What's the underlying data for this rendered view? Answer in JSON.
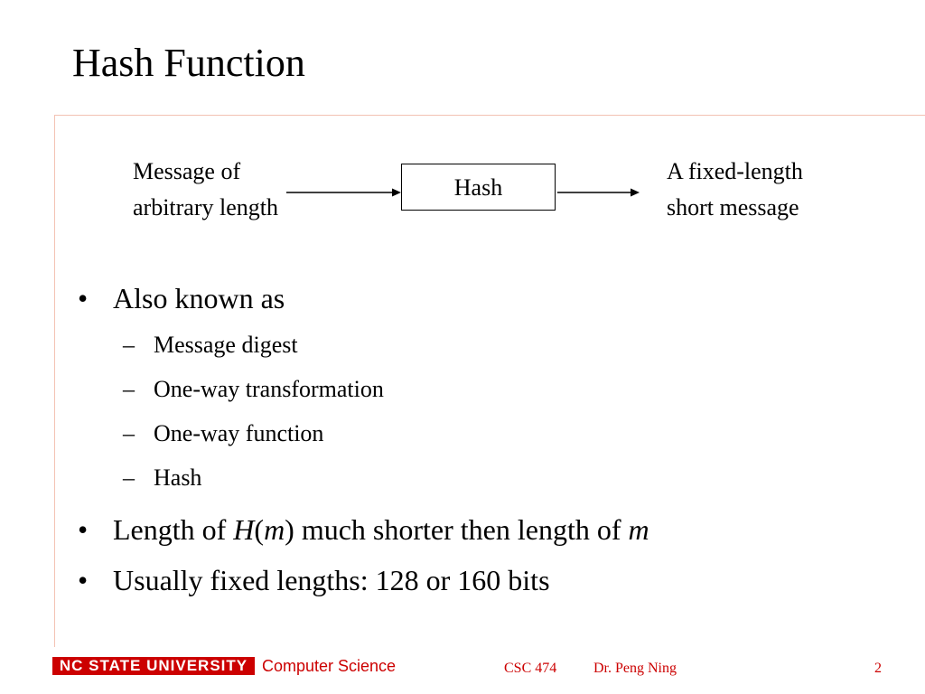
{
  "slide": {
    "title": "Hash Function"
  },
  "diagram": {
    "input_line1": "Message of",
    "input_line2": "arbitrary length",
    "box_label": "Hash",
    "output_line1": "A fixed-length",
    "output_line2": "short message"
  },
  "bullets": {
    "mark": "•",
    "dash": "–",
    "b1": "Also known as",
    "sub": [
      "Message digest",
      "One-way transformation",
      "One-way function",
      "Hash"
    ],
    "b2_pre": "Length of ",
    "b2_h": "H",
    "b2_paren_open": "(",
    "b2_m": "m",
    "b2_paren_close": ")",
    "b2_mid": " much shorter then length of ",
    "b2_m2": "m",
    "b3": "Usually fixed lengths: 128 or 160 bits"
  },
  "footer": {
    "logo": "NC STATE UNIVERSITY",
    "dept": "Computer Science",
    "course": "CSC 474",
    "author": "Dr. Peng Ning",
    "page": "2"
  },
  "colors": {
    "accent": "#cc0000",
    "rule": "#f3c2b3"
  }
}
